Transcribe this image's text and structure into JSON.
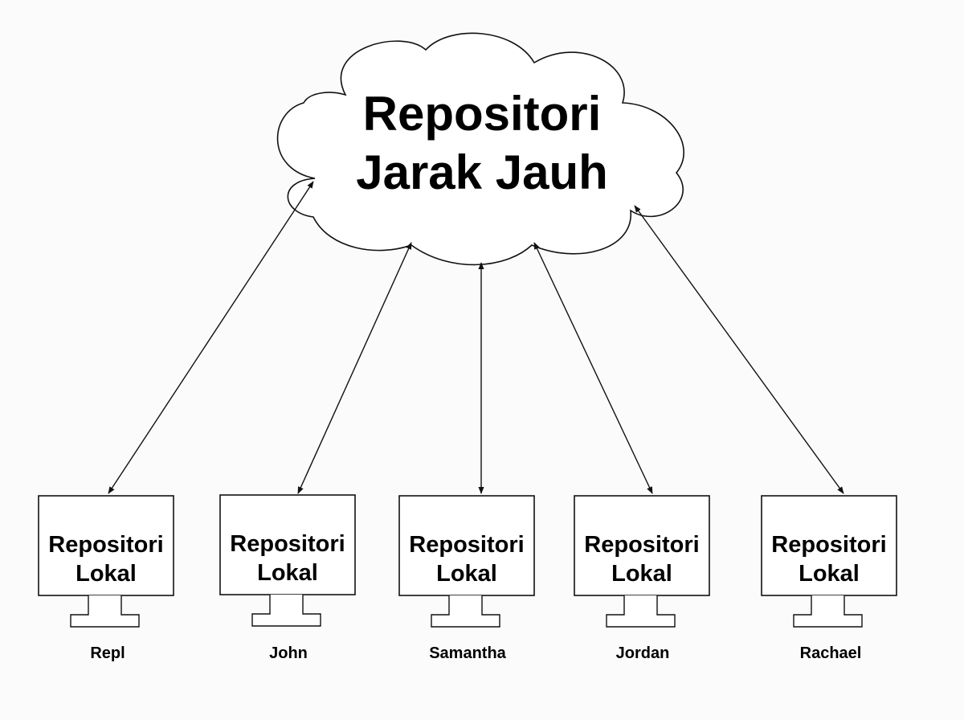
{
  "remote": {
    "title_line1": "Repositori",
    "title_line2": "Jarak Jauh"
  },
  "local_repos": [
    {
      "line1": "Repositori",
      "line2": "Lokal",
      "user": "Repl"
    },
    {
      "line1": "Repositori",
      "line2": "Lokal",
      "user": "John"
    },
    {
      "line1": "Repositori",
      "line2": "Lokal",
      "user": "Samantha"
    },
    {
      "line1": "Repositori",
      "line2": "Lokal",
      "user": "Jordan"
    },
    {
      "line1": "Repositori",
      "line2": "Lokal",
      "user": "Rachael"
    }
  ],
  "connections": {
    "style": "bidirectional-arrow",
    "color": "#111111"
  }
}
